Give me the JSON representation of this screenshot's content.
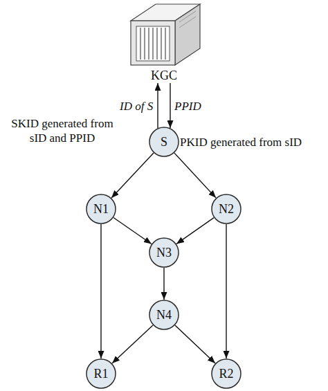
{
  "diagram": {
    "nodes": [
      {
        "text": [
          "KGC"
        ]
      },
      {
        "text": [
          "S"
        ]
      },
      {
        "text": [
          "N1"
        ]
      },
      {
        "text": [
          "N2"
        ]
      },
      {
        "text": [
          "N3"
        ]
      },
      {
        "text": [
          "N4"
        ]
      },
      {
        "text": [
          "R1"
        ]
      },
      {
        "text": [
          "R2"
        ]
      }
    ],
    "edges": [
      {
        "from": 1,
        "to": 0,
        "label": "ID of S",
        "arrow": "to"
      },
      {
        "from": 0,
        "to": 1,
        "label": "PPID",
        "arrow": "to"
      },
      {
        "from": 1,
        "to": 2,
        "arrow": "to"
      },
      {
        "from": 1,
        "to": 3,
        "arrow": "to"
      },
      {
        "from": 2,
        "to": 4,
        "arrow": "to"
      },
      {
        "from": 3,
        "to": 4,
        "arrow": "to"
      },
      {
        "from": 2,
        "to": 6,
        "arrow": "to"
      },
      {
        "from": 4,
        "to": 5,
        "arrow": "to"
      },
      {
        "from": 5,
        "to": 6,
        "arrow": "to"
      },
      {
        "from": 5,
        "to": 7,
        "arrow": "to"
      },
      {
        "from": 3,
        "to": 7,
        "arrow": "to"
      }
    ],
    "labels": [
      "SKID generated from sID and PPID",
      "PKID generated from sID"
    ]
  }
}
